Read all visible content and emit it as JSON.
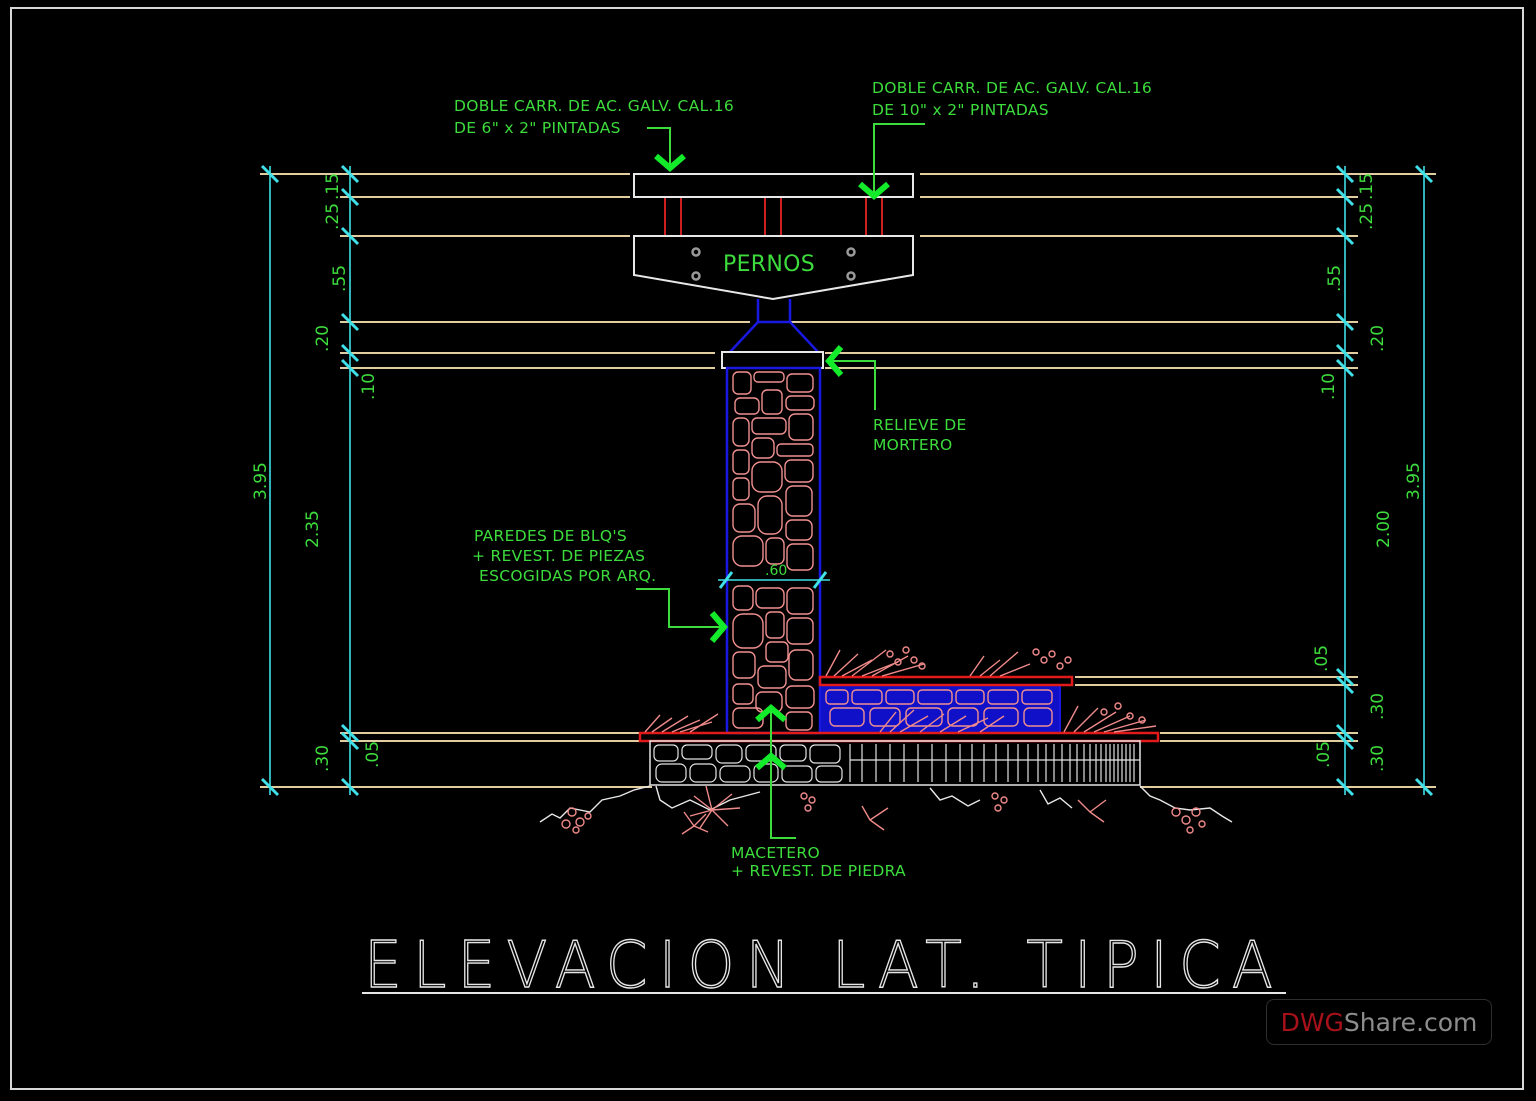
{
  "drawing": {
    "title": "ELEVACION LAT. TIPICA",
    "annotations": {
      "top_left_rail": {
        "line1": "DOBLE CARR. DE AC. GALV. CAL.16",
        "line2": "DE 6\" x 2\" PINTADAS"
      },
      "top_right_rail": {
        "line1": "DOBLE CARR. DE AC. GALV. CAL.16",
        "line2": "DE 10\" x 2\" PINTADAS"
      },
      "bolts": "PERNOS",
      "mortar": {
        "line1": "RELIEVE DE",
        "line2": "MORTERO"
      },
      "walls": {
        "line1": "PAREDES DE BLQ'S",
        "line2": "+ REVEST. DE PIEZAS",
        "line3": "ESCOGIDAS POR ARQ."
      },
      "planter": {
        "line1": "MACETERO",
        "line2": "+ REVEST. DE PIEDRA"
      },
      "column_width": ".60"
    },
    "dimensions": {
      "left_outer": {
        "total": "3.95"
      },
      "left_inner": {
        "d1": ".15",
        "d2": ".25",
        "d3": ".55",
        "d4": ".20",
        "d5": ".10",
        "d6": "2.35",
        "d7": ".05",
        "d8": ".30"
      },
      "right_inner": {
        "d1": ".15",
        "d2": ".25",
        "d3": ".55",
        "d4": ".20",
        "d5": ".10",
        "d6": "2.00",
        "d7": ".05",
        "d8": ".30",
        "d9": ".05",
        "d10": ".30"
      },
      "right_outer": {
        "total": "3.95"
      }
    },
    "colors": {
      "background": "#000000",
      "annotation_text": "#3ddc3d",
      "dimension_lines": "#3fe0e8",
      "level_lines": "#e2cda0",
      "leader_arrows": "#12ea2a",
      "stone_cladding": "#f09090",
      "blue_outline": "#1818e0",
      "red_planter_edge": "#e21a1a"
    }
  },
  "watermark": {
    "part1": "DWG",
    "part2": "Share.com"
  }
}
